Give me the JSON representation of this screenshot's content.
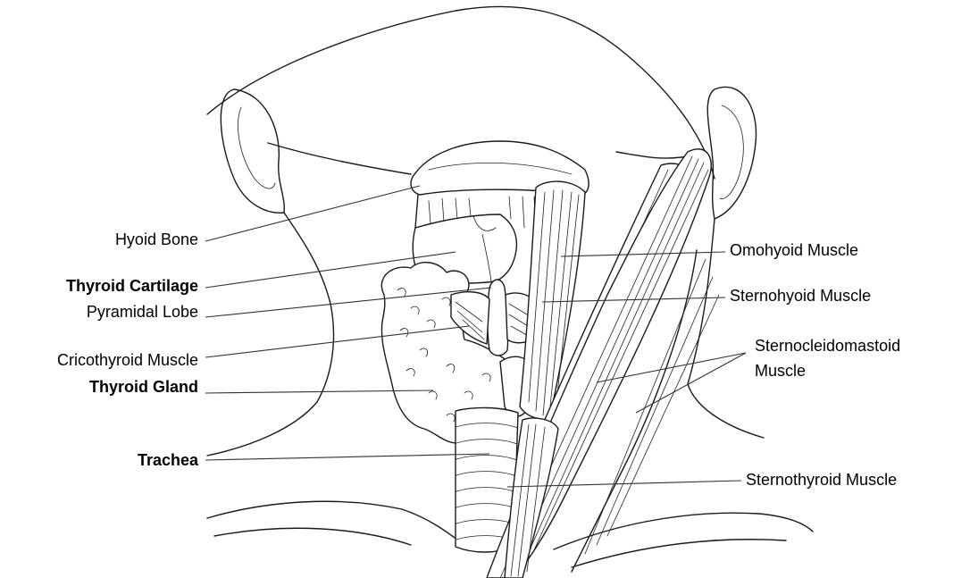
{
  "labels_left": [
    {
      "id": "hyoid-bone",
      "text": "Hyoid Bone",
      "bold": false
    },
    {
      "id": "thyroid-cartilage",
      "text": "Thyroid Cartilage",
      "bold": true
    },
    {
      "id": "pyramidal-lobe",
      "text": "Pyramidal Lobe",
      "bold": false
    },
    {
      "id": "cricothyroid-muscle",
      "text": "Cricothyroid Muscle",
      "bold": false
    },
    {
      "id": "thyroid-gland",
      "text": "Thyroid Gland",
      "bold": true
    },
    {
      "id": "trachea",
      "text": "Trachea",
      "bold": true
    }
  ],
  "labels_right": [
    {
      "id": "omohyoid-muscle",
      "text": "Omohyoid Muscle",
      "bold": false
    },
    {
      "id": "sternohyoid-muscle",
      "text": "Sternohyoid Muscle",
      "bold": false
    },
    {
      "id": "sternocleidomastoid-muscle-line1",
      "text": "Sternocleidomastoid",
      "bold": false
    },
    {
      "id": "sternocleidomastoid-muscle-line2",
      "text": "Muscle",
      "bold": false
    },
    {
      "id": "sternothyroid-muscle",
      "text": "Sternothyroid Muscle",
      "bold": false
    }
  ]
}
